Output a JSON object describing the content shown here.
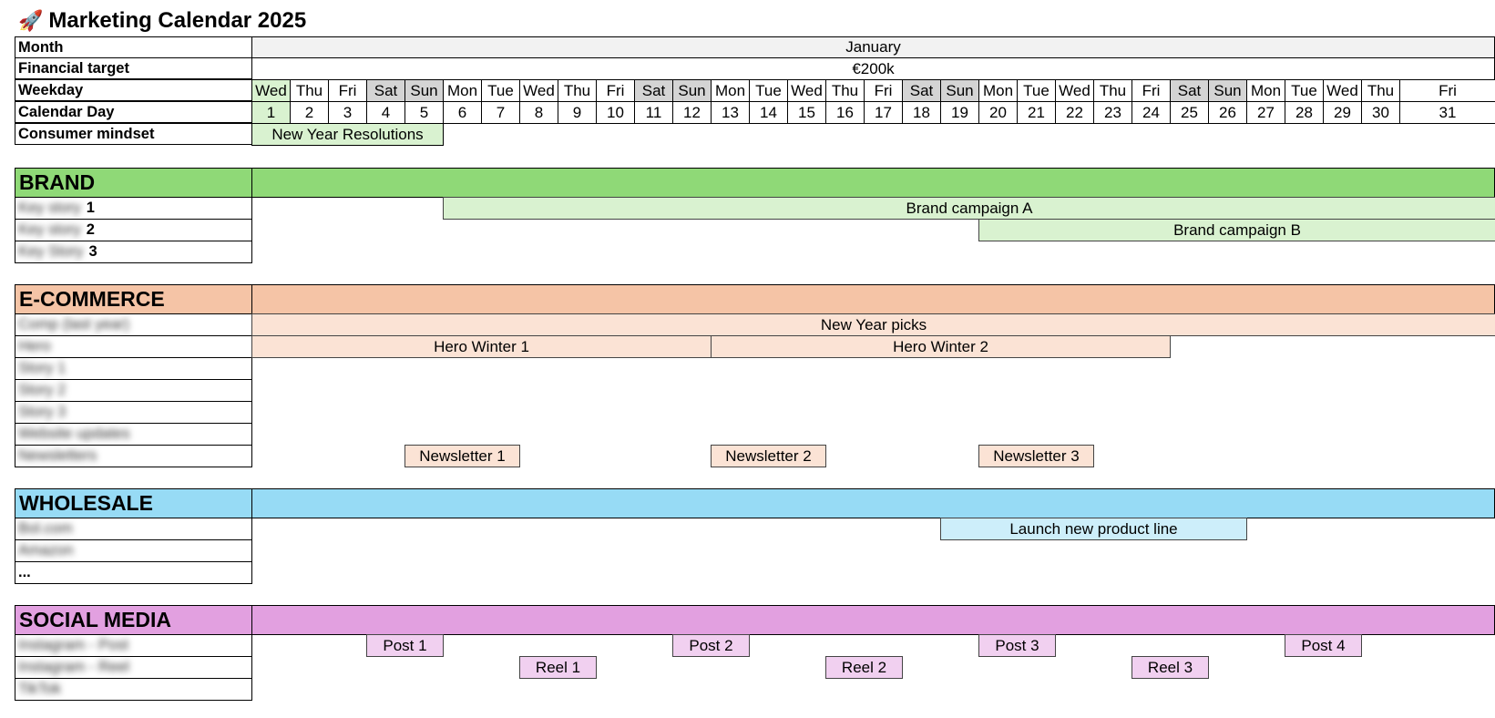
{
  "title": {
    "icon": "🚀",
    "icon_name": "rocket-icon",
    "text": "Marketing Calendar 2025"
  },
  "header": {
    "month_label": "Month",
    "month_value": "January",
    "target_label": "Financial target",
    "target_value": "€200k",
    "weekday_label": "Weekday",
    "day_label": "Calendar Day",
    "mindset_label": "Consumer mindset",
    "mindset_value": "New Year Resolutions"
  },
  "weekdays": [
    "Wed",
    "Thu",
    "Fri",
    "Sat",
    "Sun",
    "Mon",
    "Tue",
    "Wed",
    "Thu",
    "Fri",
    "Sat",
    "Sun",
    "Mon",
    "Tue",
    "Wed",
    "Thu",
    "Fri",
    "Sat",
    "Sun",
    "Mon",
    "Tue",
    "Wed",
    "Thu",
    "Fri",
    "Sat",
    "Sun",
    "Mon",
    "Tue",
    "Wed",
    "Thu",
    "Fri"
  ],
  "days": [
    "1",
    "2",
    "3",
    "4",
    "5",
    "6",
    "7",
    "8",
    "9",
    "10",
    "11",
    "12",
    "13",
    "14",
    "15",
    "16",
    "17",
    "18",
    "19",
    "20",
    "21",
    "22",
    "23",
    "24",
    "25",
    "26",
    "27",
    "28",
    "29",
    "30",
    "31"
  ],
  "colors": {
    "brand": "#8fd977",
    "brand_light": "#d9f2d0",
    "ecommerce": "#f5c4a6",
    "ecommerce_light": "#fbe3d5",
    "wholesale": "#97dbf5",
    "wholesale_light": "#cdeefa",
    "social": "#e2a0e0",
    "social_light": "#f1d0f0",
    "weekend": "#d4d4d4",
    "header_gray": "#f2f2f2",
    "highlight": "#d9f2d0"
  },
  "sections": {
    "brand": {
      "title": "BRAND",
      "rows": [
        {
          "blurred": "Key story",
          "suffix": "1"
        },
        {
          "blurred": "Key story",
          "suffix": "2"
        },
        {
          "blurred": "Key Story",
          "suffix": "3"
        }
      ],
      "bars": [
        {
          "label": "Brand campaign A",
          "row": 0,
          "start": 6,
          "end": 31
        },
        {
          "label": "Brand campaign B",
          "row": 1,
          "start": 20,
          "end": 31
        }
      ]
    },
    "ecommerce": {
      "title": "E-COMMERCE",
      "rows": [
        {
          "blurred": "Comp (last year)"
        },
        {
          "blurred": "Hero"
        },
        {
          "blurred": "Story 1"
        },
        {
          "blurred": "Story 2"
        },
        {
          "blurred": "Story 3"
        },
        {
          "blurred": "Website updates"
        },
        {
          "blurred": "Newsletters"
        }
      ],
      "bars": [
        {
          "label": "New Year picks",
          "row": 0,
          "start": 1,
          "end": 31
        },
        {
          "label": "Hero Winter 1",
          "row": 1,
          "start": 1,
          "end": 12
        },
        {
          "label": "Hero Winter 2",
          "row": 1,
          "start": 13,
          "end": 24
        },
        {
          "label": "Newsletter 1",
          "row": 6,
          "start": 5,
          "end": 7
        },
        {
          "label": "Newsletter 2",
          "row": 6,
          "start": 13,
          "end": 15
        },
        {
          "label": "Newsletter 3",
          "row": 6,
          "start": 20,
          "end": 22
        }
      ]
    },
    "wholesale": {
      "title": "WHOLESALE",
      "rows": [
        {
          "blurred": "Bol.com"
        },
        {
          "blurred": "Amazon"
        },
        {
          "plain": "..."
        }
      ],
      "bars": [
        {
          "label": "Launch new product line",
          "row": 0,
          "start": 19,
          "end": 26
        }
      ]
    },
    "social": {
      "title": "SOCIAL MEDIA",
      "rows": [
        {
          "blurred": "Instagram - Post"
        },
        {
          "blurred": "Instagram - Reel"
        },
        {
          "blurred": "TikTok"
        }
      ],
      "bars": [
        {
          "label": "Post 1",
          "row": 0,
          "start": 4,
          "end": 5
        },
        {
          "label": "Post 2",
          "row": 0,
          "start": 12,
          "end": 13
        },
        {
          "label": "Post 3",
          "row": 0,
          "start": 20,
          "end": 21
        },
        {
          "label": "Post 4",
          "row": 0,
          "start": 28,
          "end": 29
        },
        {
          "label": "Reel 1",
          "row": 1,
          "start": 8,
          "end": 9
        },
        {
          "label": "Reel 2",
          "row": 1,
          "start": 16,
          "end": 17
        },
        {
          "label": "Reel 3",
          "row": 1,
          "start": 24,
          "end": 25
        }
      ]
    }
  }
}
